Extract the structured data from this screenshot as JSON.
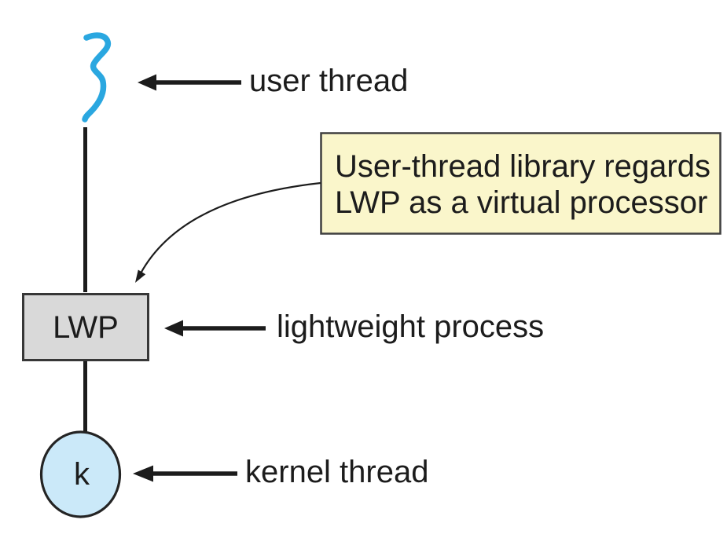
{
  "diagram": {
    "labels": {
      "user_thread": "user thread",
      "lightweight_process": "lightweight process",
      "kernel_thread": "kernel thread",
      "lwp_box": "LWP",
      "kernel_symbol": "k"
    },
    "callout": {
      "line1": "User-thread library regards",
      "line2": "LWP as a virtual processor"
    },
    "icons": {
      "user_thread_squiggle_icon": "blue-wavy-thread-stroke"
    },
    "colors": {
      "squiggle_blue": "#2aa7e0",
      "callout_fill": "#faf6cb",
      "lwp_box_fill": "#d9d9d9",
      "kernel_circle_fill": "#cbe9f9",
      "ink": "#1c1c1c"
    }
  }
}
